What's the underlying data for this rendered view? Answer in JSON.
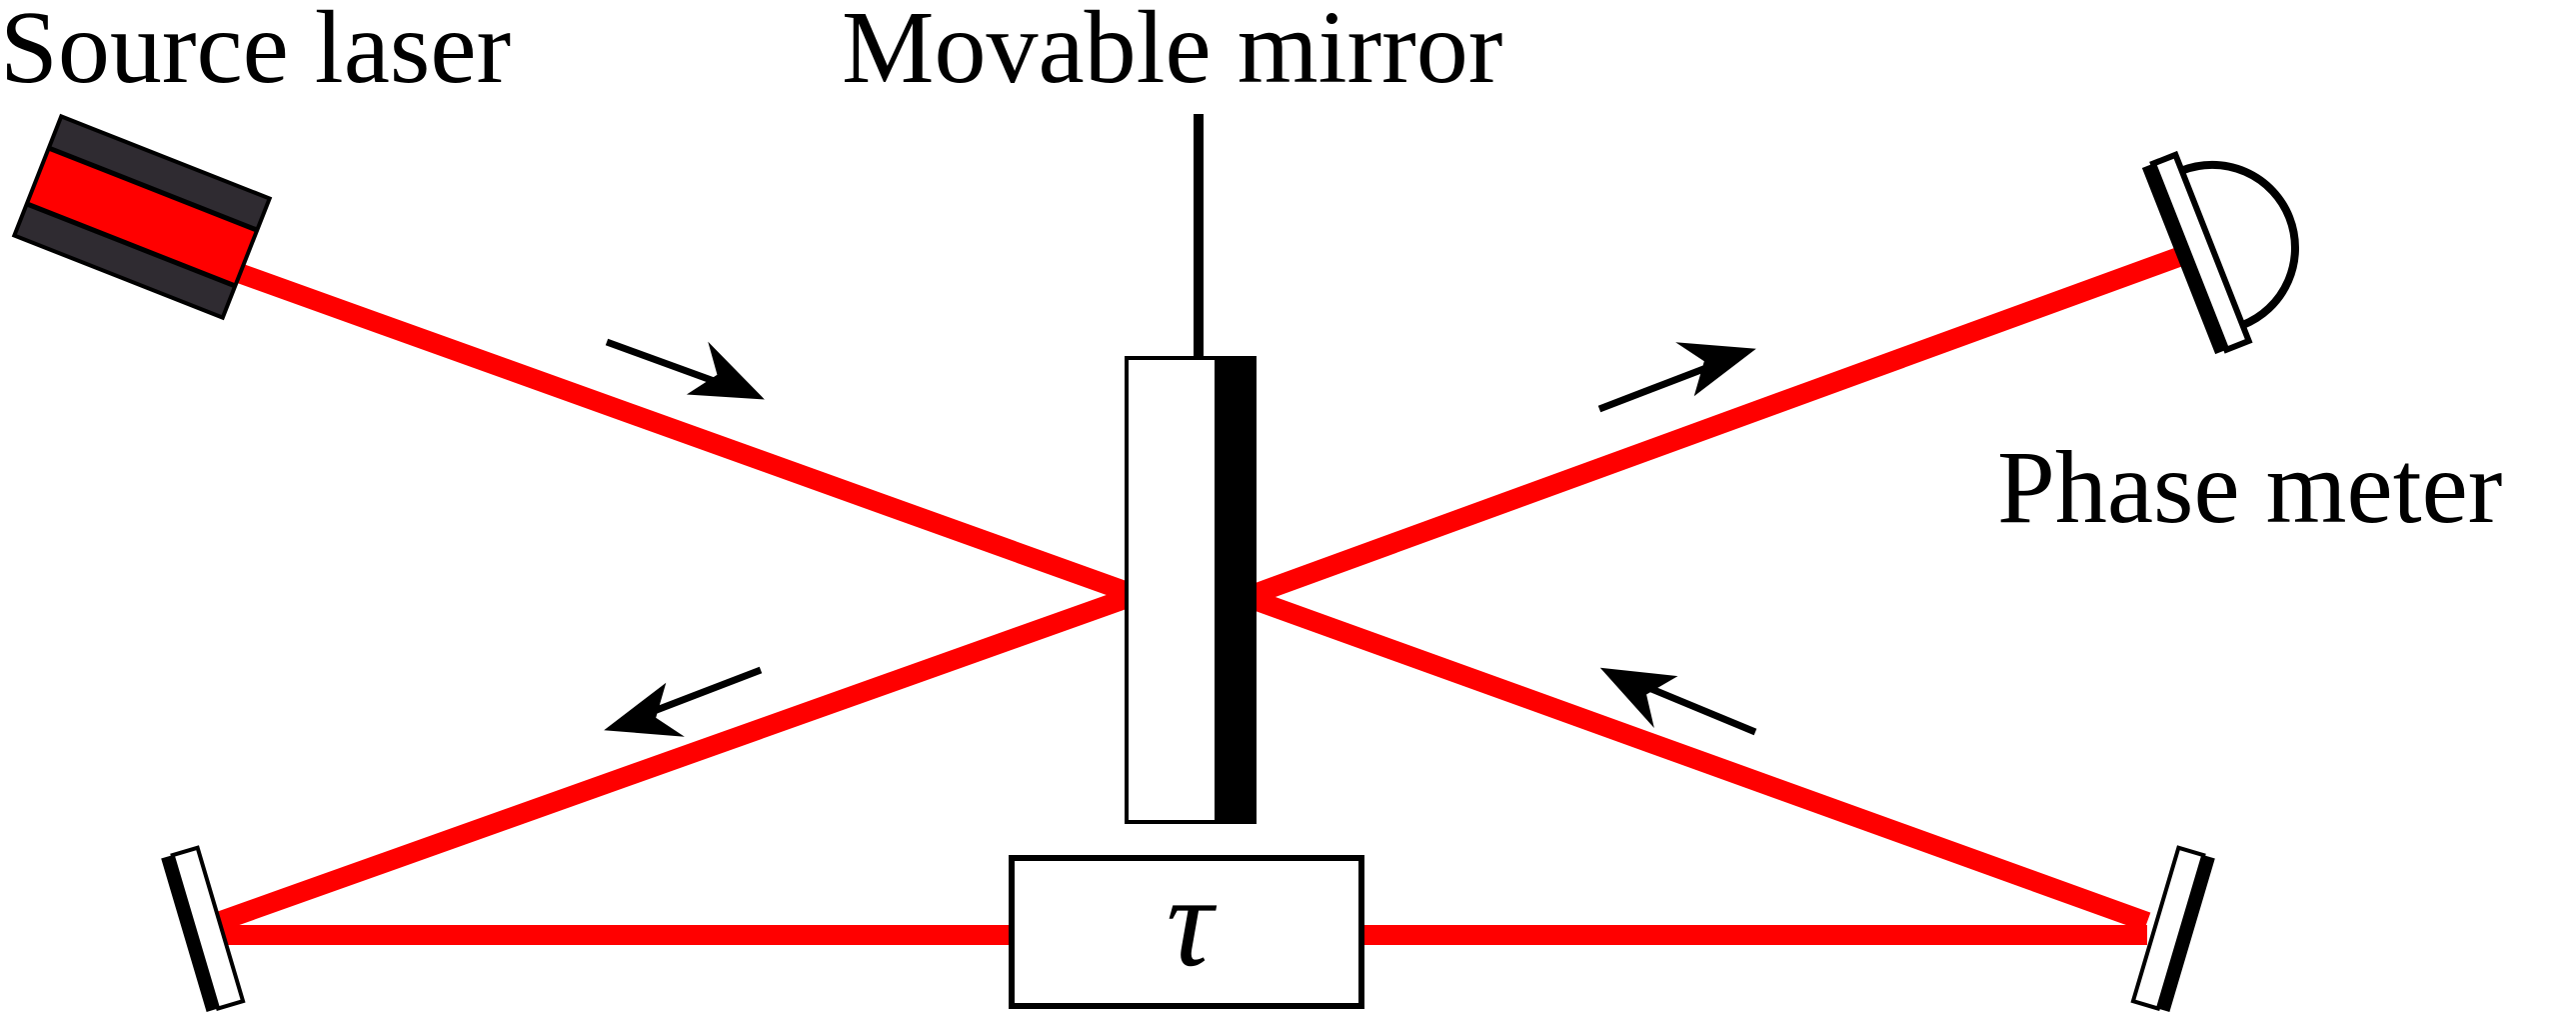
{
  "labels": {
    "source_laser": "Source laser",
    "movable_mirror": "Movable mirror",
    "phase_meter": "Phase meter",
    "delay_symbol": "τ"
  },
  "colors": {
    "beam": "#ff0000",
    "laser_body": "#2f2b31",
    "outline": "#000000",
    "background": "#ffffff"
  },
  "icons": {
    "laser": "laser-source-icon",
    "detector": "photodetector-icon",
    "mirror": "mirror-icon",
    "delay": "delay-line-box"
  }
}
